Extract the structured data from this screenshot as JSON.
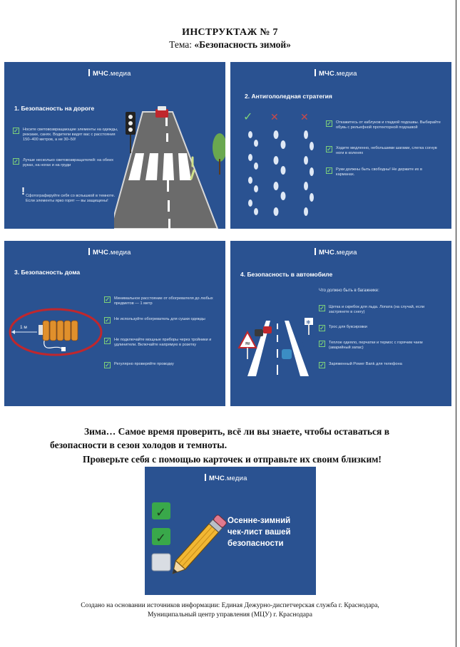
{
  "header": {
    "title": "ИНСТРУКТАЖ № 7",
    "topic_prefix": "Тема: ",
    "topic": "«Безопасность зимой»"
  },
  "logo": {
    "bold": "МЧС",
    "light": ".медиа"
  },
  "cards": [
    {
      "title": "1. Безопасность на дороге",
      "items": [
        "Носите световозвращающие элементы на одежды, рюкзаке, санях. Водители видят вас с расстояния 150–400 метров, а не 30–50!",
        "Лучше несколько световозвращателей: на обеих руках, на ногах и на груди"
      ],
      "note": "Сфотографируйте себя со вспышкой в темноте. Если элементы ярко горят — вы защищены!"
    },
    {
      "title": "2. Антигололедная стратегия",
      "items": [
        "Откажитесь от каблуков и гладкой подошвы. Выбирайте обувь с рельефной протекторной подошвой",
        "Ходите медленно, небольшими шагами, слегка согнув ноги в коленях",
        "Руки должны быть свободны! Не держите их в карманах."
      ]
    },
    {
      "title": "3. Безопасность дома",
      "distance": "1 м",
      "items": [
        "Минимальное расстояние от обогревателя до любых предметов — 1 метр",
        "Не используйте обогреватель для сушки одежды",
        "Не подключайте мощные приборы через тройники и удлинители. Включайте напрямую в розетку",
        "Регулярно проверяйте проводку"
      ]
    },
    {
      "title": "4. Безопасность в автомобиле",
      "subhead": "Что должно быть в багажнике:",
      "items": [
        "Щетка и скребок для льда. Лопата (на случай, если застрянете в снегу)",
        "Трос для буксировки",
        "Теплое одеяло, перчатки и термос с горячим чаем (аварийный запас)",
        "Заряженный Power Bank для телефона"
      ]
    }
  ],
  "paragraph1": "Зима… Самое время проверить, всё ли вы знаете, чтобы оставаться в безопасности в сезон холодов и темноты.",
  "paragraph2": "Проверьте себя с помощью карточек и отправьте их своим близким!",
  "checklist_card": {
    "line1": "Осенне-зимний",
    "line2": "чек-лист вашей",
    "line3": "безопасности"
  },
  "source_line1": "Создано на основании источников информации: Единая Дежурно-диспетчерская служба г. Краснодара,",
  "source_line2": "Муниципальный центр управления (МЦУ) г. Краснодара"
}
